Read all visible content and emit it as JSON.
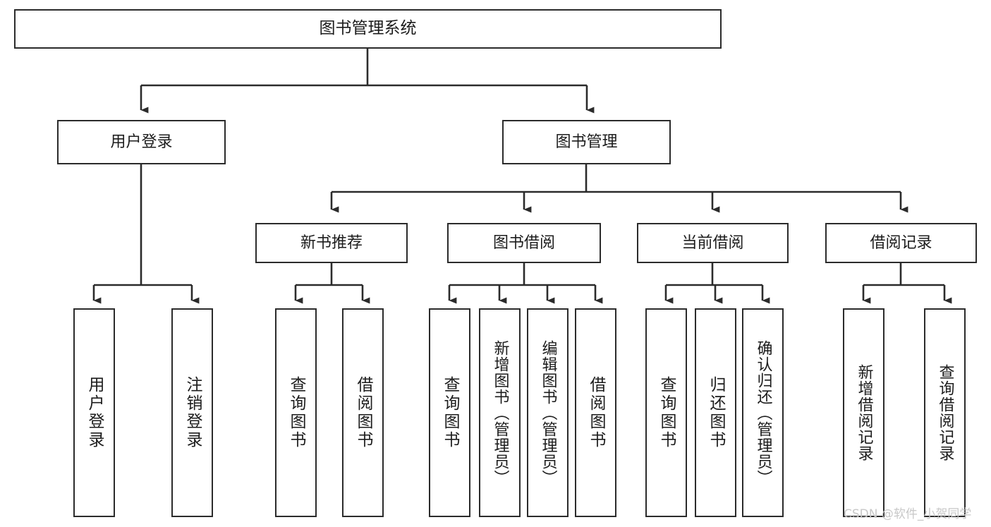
{
  "diagram": {
    "title": "图书管理系统",
    "type": "tree-hierarchy-diagram",
    "colors": {
      "box_border": "#2b2b2b",
      "box_fill": "#ffffff",
      "connector": "#2b2b2b",
      "text": "#1c1c1c",
      "watermark": "#c8c8c8",
      "background": "#ffffff"
    },
    "root": {
      "label": "图书管理系统"
    },
    "level2": [
      {
        "label": "用户登录"
      },
      {
        "label": "图书管理"
      }
    ],
    "level3": [
      {
        "label": "新书推荐"
      },
      {
        "label": "图书借阅"
      },
      {
        "label": "当前借阅"
      },
      {
        "label": "借阅记录"
      }
    ],
    "leaves": {
      "user_login": [
        {
          "label": "用户登录"
        },
        {
          "label": "注销登录"
        }
      ],
      "new_book_recommend": [
        {
          "label": "查询图书"
        },
        {
          "label": "借阅图书"
        }
      ],
      "book_borrow": [
        {
          "label": "查询图书"
        },
        {
          "label": "新增图书（管理员）"
        },
        {
          "label": "编辑图书（管理员）"
        },
        {
          "label": "借阅图书"
        }
      ],
      "current_borrow": [
        {
          "label": "查询图书"
        },
        {
          "label": "归还图书"
        },
        {
          "label": "确认归还（管理员）"
        }
      ],
      "borrow_records": [
        {
          "label": "新增借阅记录"
        },
        {
          "label": "查询借阅记录"
        }
      ]
    },
    "watermark": "CSDN @软件_小贺同学"
  }
}
